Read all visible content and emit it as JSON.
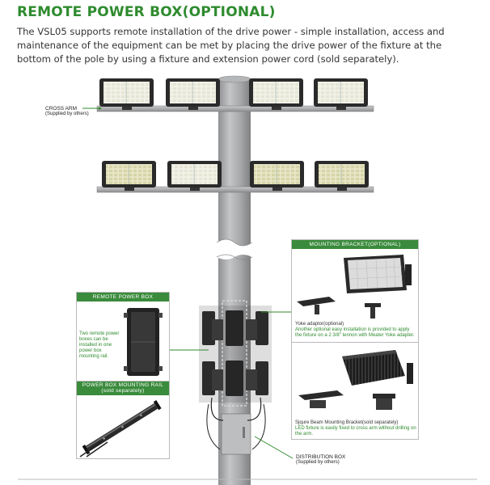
{
  "title": "REMOTE POWER BOX(OPTIONAL)",
  "intro": "The VSL05 supports remote installation of the drive power - simple installation, access and maintenance of the equipment can be met by placing the drive power of the fixture at the bottom of the pole by using a fixture and extension power cord (sold separately).",
  "callouts": {
    "cross_arm": "CROSS ARM",
    "cross_arm_sub": "(Supplied by others)",
    "distribution_box": "DISTRIBUTION BOX",
    "distribution_box_sub": "(Supplied by others)"
  },
  "panels": {
    "remote_power_box": {
      "header": "REMOTE POWER BOX",
      "note": "Two remote power boxes can be installed in one power box mounting rail."
    },
    "mounting_rail": {
      "header": "POWER BOX MOUNTING RAIL",
      "header_sub": "(sold separately)"
    },
    "mounting_bracket": {
      "header": "MOUNTING BRACKET(OPTIONAL)",
      "yoke_title": "Yoke adaptor(optional)",
      "yoke_note": "Another optional easy installation is provided to apply the fixture on a 2 3/8\" tennon with Meater Yoke adapter.",
      "square_title": "Sjqure Beam Mounting Bracket(sold separately)",
      "square_note": "LED fixture is easily fixed to cross arm without drilling on the arm."
    }
  },
  "colors": {
    "brand_green": "#2e8b2e",
    "panel_header": "#3a8b3c",
    "pole": "#a9aaac"
  }
}
